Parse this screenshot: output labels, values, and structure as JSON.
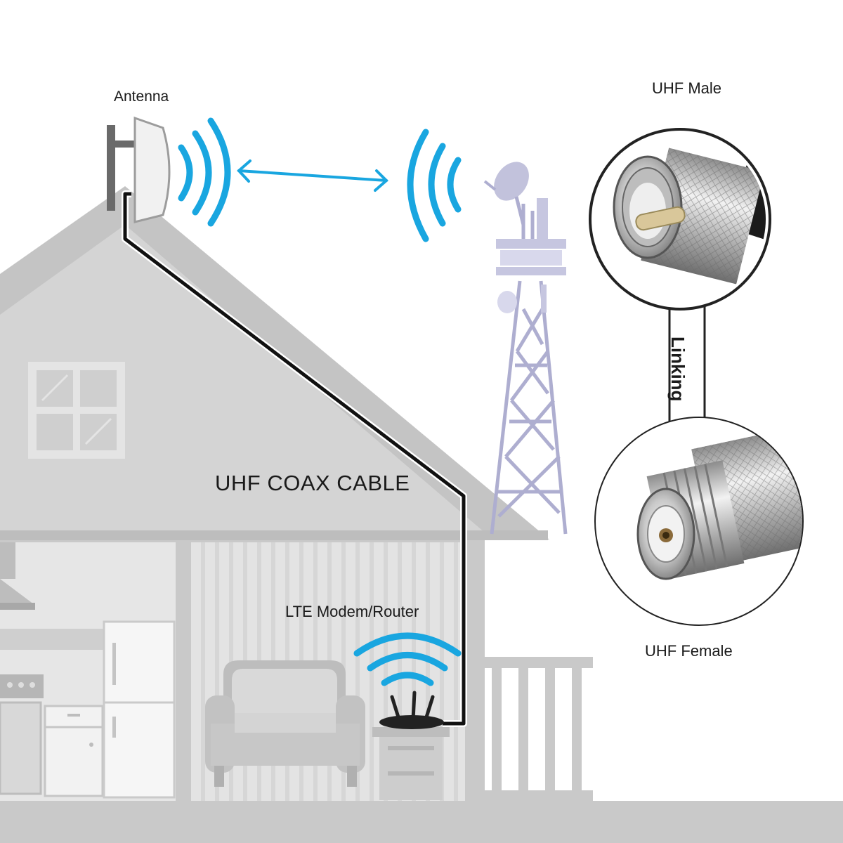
{
  "labels": {
    "antenna": "Antenna",
    "cable": "UHF COAX CABLE",
    "modem": "LTE Modem/Router",
    "male": "UHF Male",
    "female": "UHF Female",
    "linking": "Linking"
  },
  "colors": {
    "house": "#c9c9c9",
    "house_dark": "#b3b3b3",
    "interior": "#e3e3e3",
    "wave": "#19a6e0",
    "cable": "#111111",
    "tower": "#b9b9d6",
    "metal": "#cfcfcf"
  },
  "icons": [
    "antenna-icon",
    "signal-wave-icon",
    "tower-icon",
    "router-icon",
    "wifi-icon",
    "uhf-male-connector-icon",
    "uhf-female-connector-icon"
  ]
}
